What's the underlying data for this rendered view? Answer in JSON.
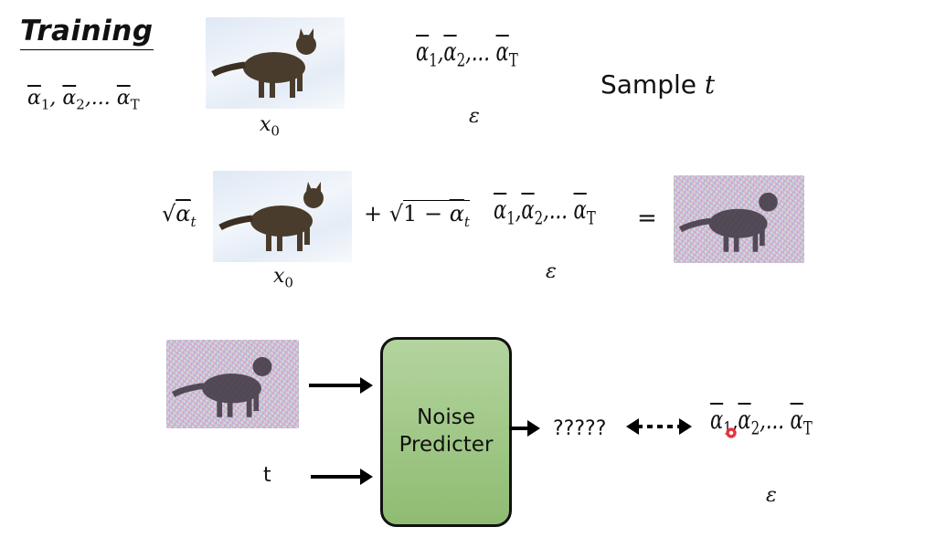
{
  "title": "Training",
  "alpha_schedule": {
    "base": "α",
    "sub1": "1",
    "sub2": "2",
    "ellipsis": ",...",
    "subT": "T",
    "comma": ", "
  },
  "row1": {
    "x0_label": "x",
    "x0_sub": "0",
    "epsilon_label": "ε",
    "sample_text": "Sample ",
    "sample_var": "t"
  },
  "row2": {
    "sqrt_coef": "α",
    "sqrt_coef_sub": "t",
    "plus": "+",
    "sqrt_one_minus": "1 − ",
    "sqrt_one_minus_var": "α",
    "sqrt_one_minus_sub": "t",
    "x0_label": "x",
    "x0_sub": "0",
    "epsilon_label": "ε",
    "equals": "="
  },
  "row3": {
    "t_input": "t",
    "box_line1": "Noise",
    "box_line2": "Predicter",
    "output": "?????",
    "epsilon_label": "ε",
    "box_color": "#a5c98c"
  }
}
